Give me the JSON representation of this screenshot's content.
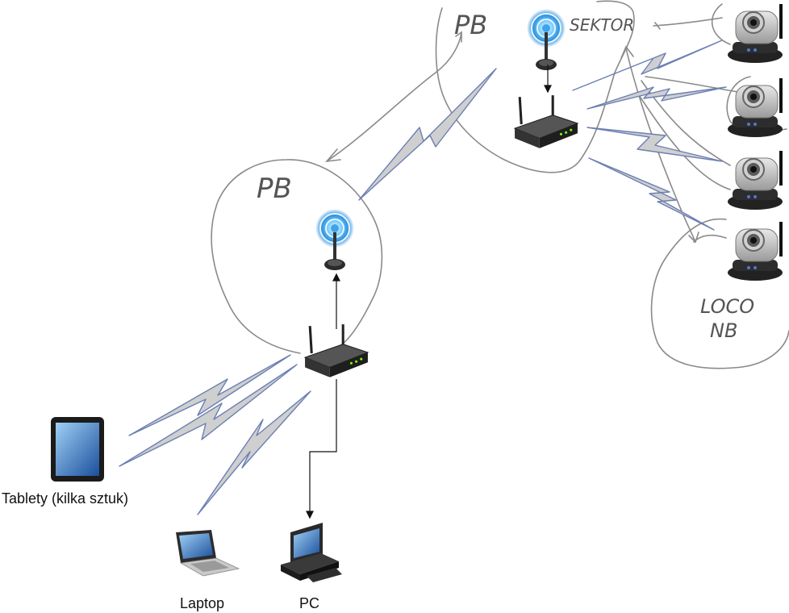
{
  "handwritten": {
    "pb_top": "PB",
    "sektor": "SEKTOR",
    "pb_left": "PB",
    "loco_line1": "LOCO",
    "loco_line2": "NB"
  },
  "devices": {
    "tablet_label": "Tablety (kilka sztuk)",
    "laptop_label": "Laptop",
    "pc_label": "PC"
  },
  "colors": {
    "wireless_fill": "#cfcfcf",
    "wireless_stroke": "#6b7fb3",
    "sketch_stroke": "#8a8a8a",
    "antenna_glow": "#3aa3e8"
  }
}
